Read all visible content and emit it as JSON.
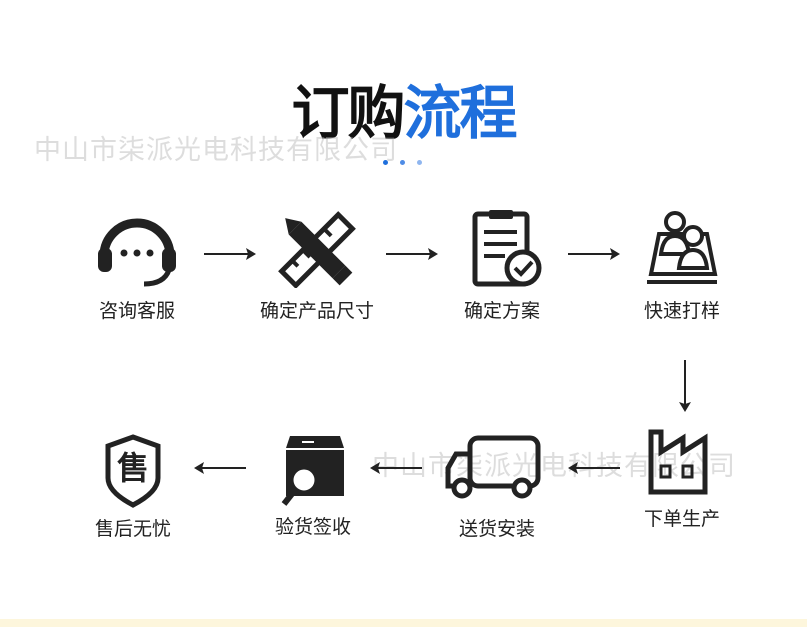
{
  "title": {
    "part1": "订购",
    "part2": "流程"
  },
  "colors": {
    "accent": "#1f6fdc",
    "icon": "#222222",
    "dots": [
      "#1f6fdc",
      "#4f8ce6",
      "#8fb6ef"
    ],
    "strip": "#fdf6dc"
  },
  "watermarks": [
    "中山市柒派光电科技有限公司",
    "中山市柒派光电科技有限公司"
  ],
  "steps": [
    {
      "label": "咨询客服",
      "icon": "headset-icon"
    },
    {
      "label": "确定产品尺寸",
      "icon": "pencil-ruler-icon"
    },
    {
      "label": "确定方案",
      "icon": "clipboard-check-icon"
    },
    {
      "label": "快速打样",
      "icon": "users-sample-icon"
    },
    {
      "label": "下单生产",
      "icon": "factory-icon"
    },
    {
      "label": "送货安装",
      "icon": "truck-icon"
    },
    {
      "label": "验货签收",
      "icon": "box-inspect-icon"
    },
    {
      "label": "售后无忧",
      "icon": "after-sales-shield-icon",
      "icon_text": "售"
    }
  ]
}
